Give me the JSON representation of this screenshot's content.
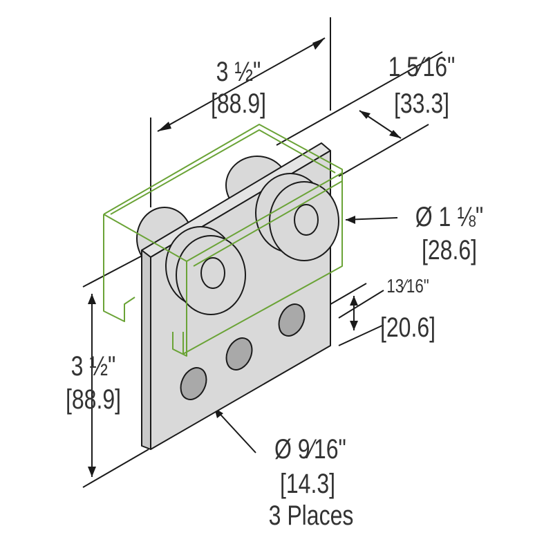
{
  "colors": {
    "plate": "#d9d9d9",
    "outline": "#1a1a1a",
    "channel": "#6aa336",
    "hole": "#a9a9a9"
  },
  "dimensions": {
    "top_width": {
      "imperial": "3 ½\"",
      "metric": "[88.9]"
    },
    "depth": {
      "imperial": "1 5⁄16\"",
      "metric": "[33.3]"
    },
    "washer_dia": {
      "imperial": "Ø 1 ⅛\"",
      "metric": "[28.6]"
    },
    "hole_spacing": {
      "imperial": "13⁄16\"",
      "metric": "[20.6]"
    },
    "height": {
      "imperial": "3 ½\"",
      "metric": "[88.9]"
    },
    "hole_dia": {
      "imperial": "Ø 9⁄16\"",
      "metric": "[14.3]",
      "note": "3 Places"
    }
  }
}
